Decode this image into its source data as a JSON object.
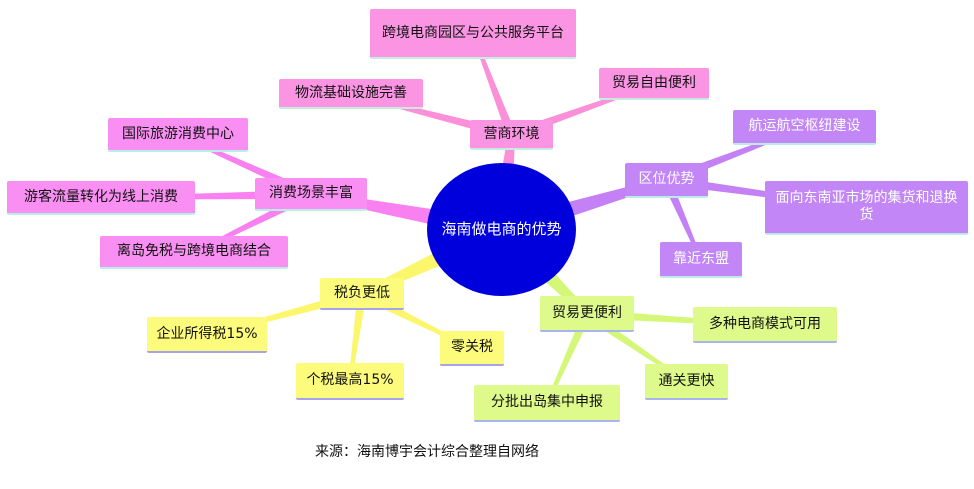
{
  "center": "海南做电商的优势",
  "branches": [
    {
      "key": "ying",
      "label": "营商环境",
      "color": "#fb8fd8",
      "children": [
        "跨境电商园区与公共服务平台",
        "物流基础设施完善",
        "贸易自由便利"
      ]
    },
    {
      "key": "qu",
      "label": "区位优势",
      "color": "#c480f5",
      "children": [
        "航运航空枢纽建设",
        "面向东南亚市场的集货和退换货",
        "靠近东盟"
      ]
    },
    {
      "key": "mao",
      "label": "贸易更便利",
      "color": "#d4f77a",
      "children": [
        "多种电商模式可用",
        "通关更快",
        "分批出岛集中申报"
      ]
    },
    {
      "key": "shui",
      "label": "税负更低",
      "color": "#fbf66c",
      "children": [
        "企业所得税15%",
        "个税最高15%",
        "零关税"
      ]
    },
    {
      "key": "xiao",
      "label": "消费场景丰富",
      "color": "#f880f0",
      "children": [
        "国际旅游消费中心",
        "游客流量转化为线上消费",
        "离岛免税与跨境电商结合"
      ]
    }
  ],
  "caption": "来源：海南博宇会计综合整理自网络"
}
